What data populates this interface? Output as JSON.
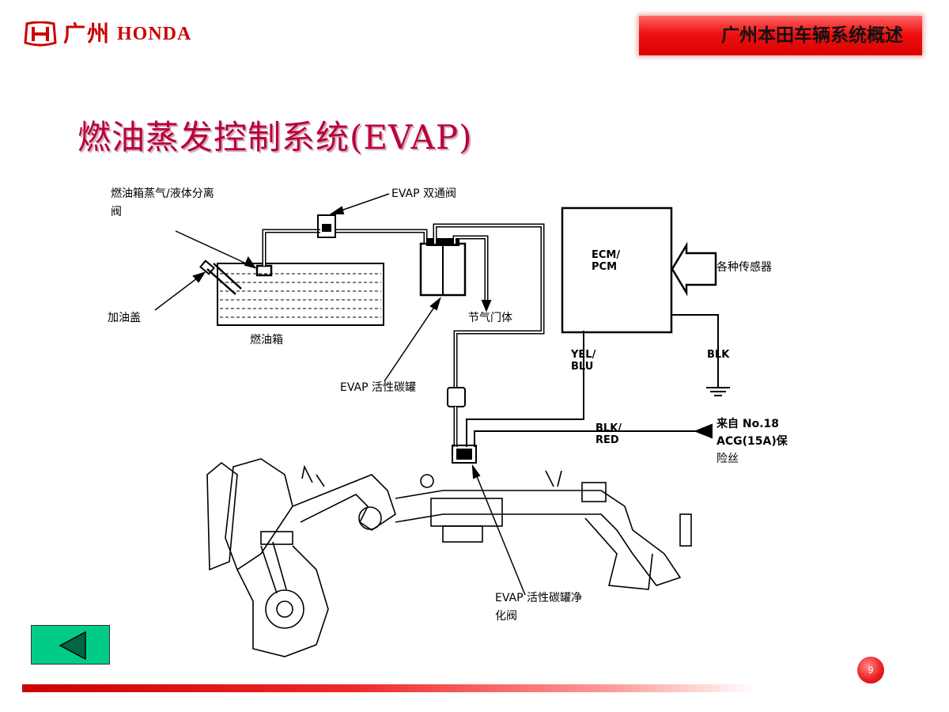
{
  "header": {
    "logo_chinese": "广州",
    "logo_brand": "HONDA",
    "badge_title": "广州本田车辆系统概述"
  },
  "slide": {
    "title": "燃油蒸发控制系统(EVAP)",
    "page_number": "9"
  },
  "diagram": {
    "labels": {
      "vapor_separator_line1": "燃油箱蒸气/液体分离",
      "vapor_separator_line2": "阀",
      "two_way_valve": "EVAP 双通阀",
      "fuel_cap": "加油盖",
      "fuel_tank": "燃油箱",
      "throttle_body": "节气门体",
      "canister": "EVAP 活性碳罐",
      "ecm": "ECM/",
      "pcm": "PCM",
      "sensors": "各种传感器",
      "yel": "YEL/",
      "blu": "BLU",
      "blk": "BLK",
      "blk2": "BLK/",
      "red": "RED",
      "fuse_line1": "来自 No.18",
      "fuse_line2": "ACG(15A)保",
      "fuse_line3": "险丝",
      "purge_valve_line1": "EVAP 活性碳罐净",
      "purge_valve_line2": "化阀"
    }
  },
  "colors": {
    "brand_red": "#cc0000",
    "title_color": "#b8003a",
    "back_button": "#00cc88"
  },
  "icons": {
    "honda_logo": "honda-h-icon",
    "back": "back-arrow-icon"
  }
}
